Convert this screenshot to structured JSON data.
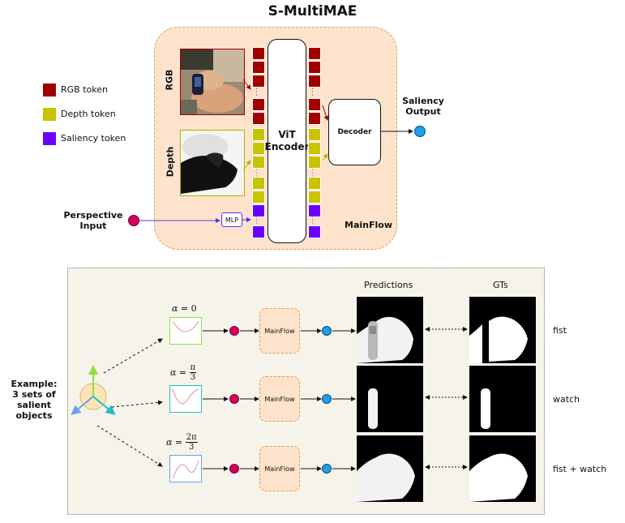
{
  "title": "S-MultiMAE",
  "legend": [
    {
      "label": "RGB token",
      "color": "#a10000"
    },
    {
      "label": "Depth token",
      "color": "#c8c400"
    },
    {
      "label": "Saliency token",
      "color": "#6b00ff"
    }
  ],
  "inputs": {
    "rgb_label": "RGB",
    "depth_label": "Depth",
    "perspective_line1": "Perspective",
    "perspective_line2": "Input",
    "mlp_label": "MLP"
  },
  "encoder": {
    "line1": "ViT",
    "line2": "Encoder"
  },
  "decoder_label": "Decoder",
  "output": {
    "line1": "Saliency",
    "line2": "Output"
  },
  "mainflow_label": "MainFlow",
  "example": {
    "line1": "Example:",
    "line2": "3 sets of",
    "line3": "salient objects"
  },
  "columns": {
    "predictions": "Predictions",
    "gts": "GTs"
  },
  "rows": [
    {
      "alpha": "α = 0",
      "flow_label": "MainFlow",
      "object": "fist"
    },
    {
      "alpha": "α = π/3",
      "flow_label": "MainFlow",
      "object": "watch"
    },
    {
      "alpha": "α = 2π/3",
      "flow_label": "MainFlow",
      "object": "fist + watch"
    }
  ],
  "alpha_fracs": [
    {
      "prefix": "α =",
      "num": "",
      "den": "",
      "plain": "0"
    },
    {
      "prefix": "α =",
      "num": "π",
      "den": "3",
      "plain": ""
    },
    {
      "prefix": "α =",
      "num": "2π",
      "den": "3",
      "plain": ""
    }
  ],
  "colors": {
    "mainflow_bg": "#fde3cc",
    "pink_node": "#d6005c",
    "blue_node": "#1f9ee8",
    "rgb_token": "#a10000",
    "depth_token": "#c8c400",
    "saliency_token": "#6b00ff"
  }
}
